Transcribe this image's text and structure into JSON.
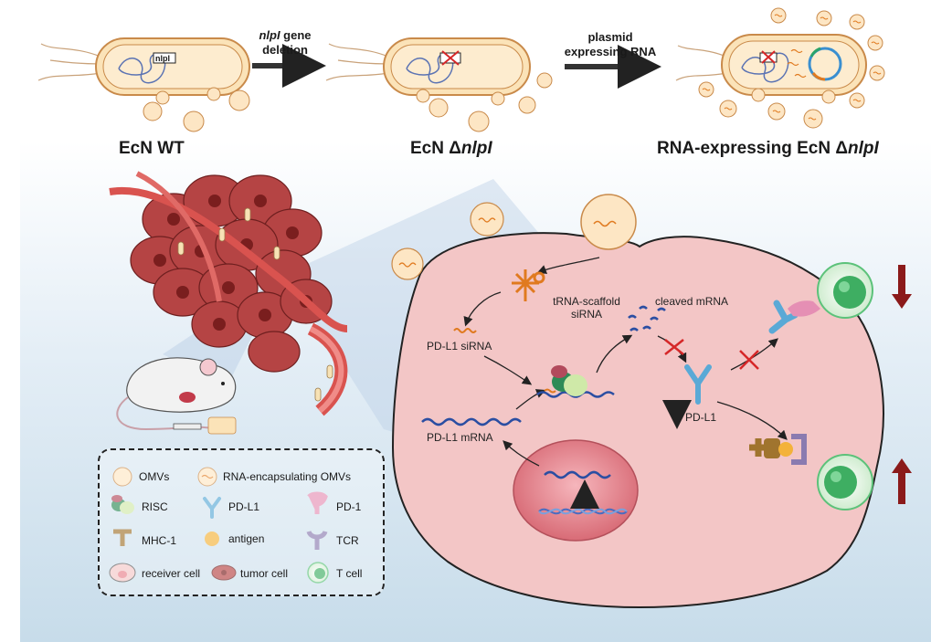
{
  "stages": {
    "wt": "EcN WT",
    "delta_prefix": "EcN Δ",
    "gene_name": "nlpI",
    "rna_prefix": "RNA-expressing EcN Δ"
  },
  "steps": {
    "step1_gene": "nlpI",
    "step1_rest": " gene",
    "step1_line2": "deletion",
    "step2_line1": "plasmid",
    "step2_line2": "expressing RNA"
  },
  "gene_box_label": "nlpI",
  "mechanism": {
    "trna_line1": "tRNA-scaffold",
    "trna_line2": "siRNA",
    "cleaved": "cleaved mRNA",
    "sirna": "PD-L1 siRNA",
    "mrna": "PD-L1 mRNA",
    "pdl1": "PD-L1"
  },
  "legend": {
    "omvs": "OMVs",
    "rna_omvs": "RNA-encapsulating OMVs",
    "risc": "RISC",
    "pdl1": "PD-L1",
    "pd1": "PD-1",
    "mhc": "MHC-1",
    "antigen": "antigen",
    "tcr": "TCR",
    "receiver": "receiver cell",
    "tumor": "tumor cell",
    "tcell": "T cell"
  },
  "colors": {
    "bacteria_fill": "#fbe3b8",
    "bacteria_stroke": "#c98a4a",
    "omv_fill": "#fde6c4",
    "cell_fill": "#f3c6c6",
    "tumor": "#b94a4a",
    "vessel": "#d9534f",
    "dark_red_arrow": "#8b1a1a",
    "pdl1_blue": "#5aa9d6",
    "pd1_pink": "#e58fb4",
    "tcell_green": "#5cc27a",
    "rna_blue": "#2b4ea2",
    "trna_orange": "#e07a1f"
  }
}
